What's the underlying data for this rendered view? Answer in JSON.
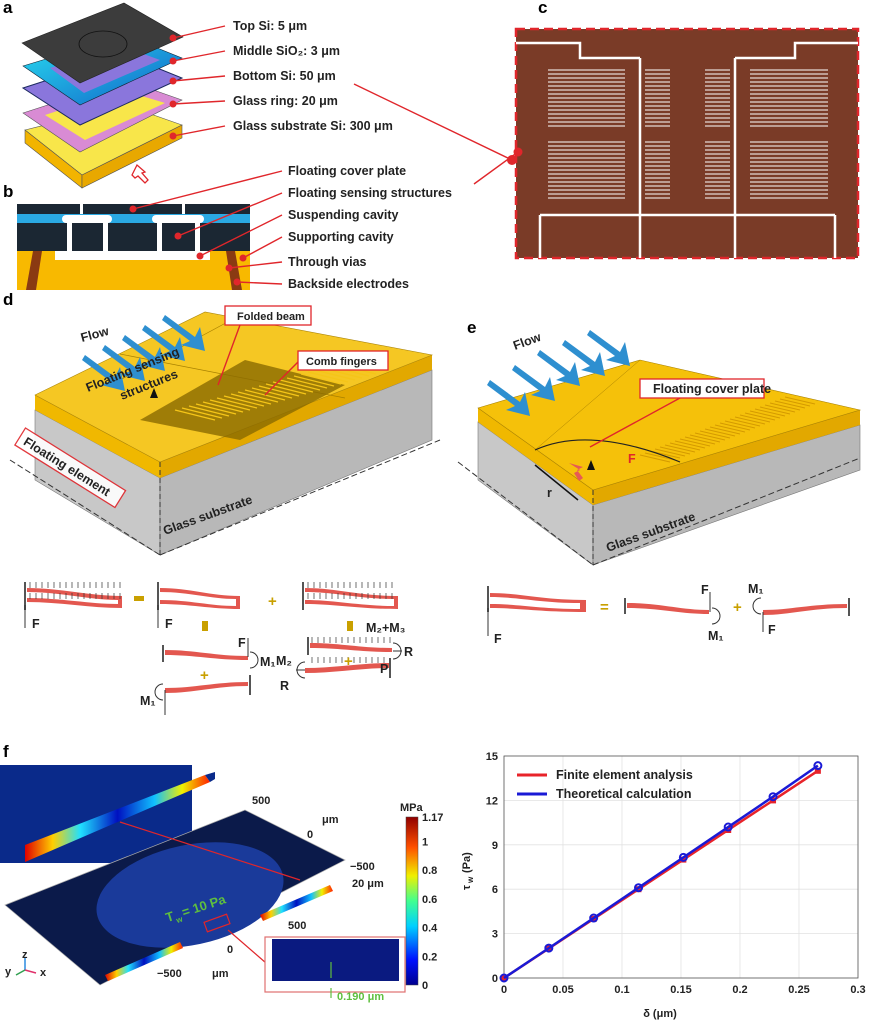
{
  "panels": {
    "a": "a",
    "b": "b",
    "c": "c",
    "d": "d",
    "e": "e",
    "f": "f"
  },
  "panel_a": {
    "layers": [
      "Top Si: 5 μm",
      "Middle SiO₂: 3 μm",
      "Bottom Si: 50 μm",
      "Glass ring: 20 μm",
      "Glass substrate Si: 300 μm"
    ],
    "colors": [
      "#3a3a3a",
      "#1fb8e8",
      "#7f6fd6",
      "#d98bd4",
      "#f5c400"
    ]
  },
  "panel_b": {
    "labels": [
      "Floating cover plate",
      "Floating sensing structures",
      "Suspending cavity",
      "Supporting cavity",
      "Through vias",
      "Backside electrodes"
    ]
  },
  "panel_c": {
    "fill": "#7a3b27",
    "border": "#e0262b"
  },
  "panel_d": {
    "flow": "Flow",
    "sensing": "Floating sensing",
    "sensing2": "structures",
    "folded_beam": "Folded beam",
    "comb_fingers": "Comb fingers",
    "floating_element": "Floating element",
    "glass": "Glass substrate",
    "beam_labels": {
      "F1": "F",
      "F2": "F",
      "M1a": "M₁",
      "M1b": "M₁",
      "M2M3": "M₂+M₃",
      "R1": "R",
      "P": "P",
      "M2": "M₂",
      "R2": "R",
      "eq": "=",
      "plus1": "+",
      "plus2": "+",
      "plus3": "+",
      "eq2": "=",
      "eq3": "="
    }
  },
  "panel_e": {
    "flow": "Flow",
    "cover": "Floating cover plate",
    "F": "F",
    "r": "r",
    "glass": "Glass substrate",
    "beam_labels": {
      "F1": "F",
      "F2": "F",
      "M1a": "M₁",
      "M1b": "M₁",
      "F3": "F",
      "eq": "=",
      "plus": "+"
    }
  },
  "panel_f": {
    "unit": "MPa",
    "colorbar_ticks": [
      "1.17",
      "1",
      "0.8",
      "0.6",
      "0.4",
      "0.2",
      "0"
    ],
    "axis_labels": {
      "y500": "500",
      "y0": "0",
      "yum": "μm",
      "yneg": "−500",
      "z": "20 μm",
      "x500": "500",
      "x0": "0",
      "xneg": "−500",
      "xum": "μm"
    },
    "tau": "T",
    "tau_sub": "w",
    "tau_val": "= 10 Pa",
    "deflection": "0.190 μm",
    "axes": {
      "x": "x",
      "y": "y",
      "z": "z"
    }
  },
  "chart_data": {
    "type": "line",
    "xlabel": "δ (μm)",
    "ylabel": "τ",
    "ylabel_sub": "w",
    "ylabel_unit": "(Pa)",
    "xlim": [
      0,
      0.3
    ],
    "ylim": [
      0,
      15
    ],
    "xticks": [
      "0",
      "0.05",
      "0.1",
      "0.15",
      "0.2",
      "0.25",
      "0.3"
    ],
    "yticks": [
      "0",
      "3",
      "6",
      "9",
      "12",
      "15"
    ],
    "grid": true,
    "legend_position": "top-left",
    "x": [
      0,
      0.038,
      0.076,
      0.114,
      0.152,
      0.19,
      0.228,
      0.266
    ],
    "series": [
      {
        "name": "Finite element analysis",
        "color": "#e8232a",
        "values": [
          0,
          2,
          4,
          6,
          8,
          10,
          12,
          14
        ]
      },
      {
        "name": "Theoretical calculation",
        "color": "#1a1ad6",
        "values": [
          0,
          2.02,
          4.05,
          6.1,
          8.15,
          10.2,
          12.25,
          14.35
        ]
      }
    ]
  }
}
